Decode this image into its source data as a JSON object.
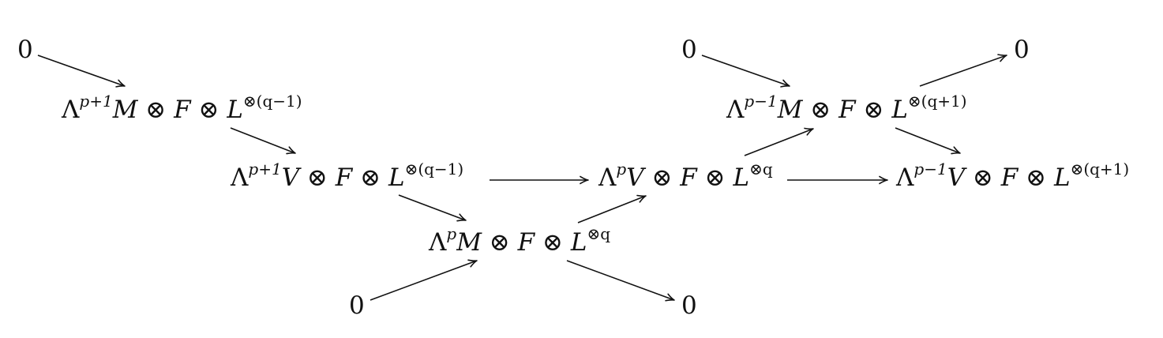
{
  "diagram": {
    "nodes": {
      "zero_top_left": "0",
      "zero_top_mid": "0",
      "zero_top_right": "0",
      "zero_bottom_left": "0",
      "zero_bottom_right": "0",
      "lam_p1_M": {
        "base": "Λ",
        "sup": "p+1",
        "rest_pre": "M",
        "rest": " ⊗ ",
        "sheaf": "F",
        "rest2": " ⊗ ",
        "L": "L",
        "sup2": "⊗(q−1)"
      },
      "lam_p1_V": {
        "base": "Λ",
        "sup": "p+1",
        "rest_pre": "V",
        "rest": " ⊗ ",
        "sheaf": "F",
        "rest2": " ⊗ ",
        "L": "L",
        "sup2": "⊗(q−1)"
      },
      "lam_p_V": {
        "base": "Λ",
        "sup": "p",
        "rest_pre": "V",
        "rest": " ⊗ ",
        "sheaf": "F",
        "rest2": " ⊗ ",
        "L": "L",
        "sup2": "⊗q"
      },
      "lam_p_M": {
        "base": "Λ",
        "sup": "p",
        "rest_pre": "M",
        "rest": " ⊗ ",
        "sheaf": "F",
        "rest2": " ⊗ ",
        "L": "L",
        "sup2": "⊗q"
      },
      "lam_m1_M": {
        "base": "Λ",
        "sup": "p−1",
        "rest_pre": "M",
        "rest": " ⊗ ",
        "sheaf": "F",
        "rest2": " ⊗ ",
        "L": "L",
        "sup2": "⊗(q+1)"
      },
      "lam_m1_V": {
        "base": "Λ",
        "sup": "p−1",
        "rest_pre": "V",
        "rest": " ⊗ ",
        "sheaf": "F",
        "rest2": " ⊗ ",
        "L": "L",
        "sup2": "⊗(q+1)"
      }
    }
  }
}
